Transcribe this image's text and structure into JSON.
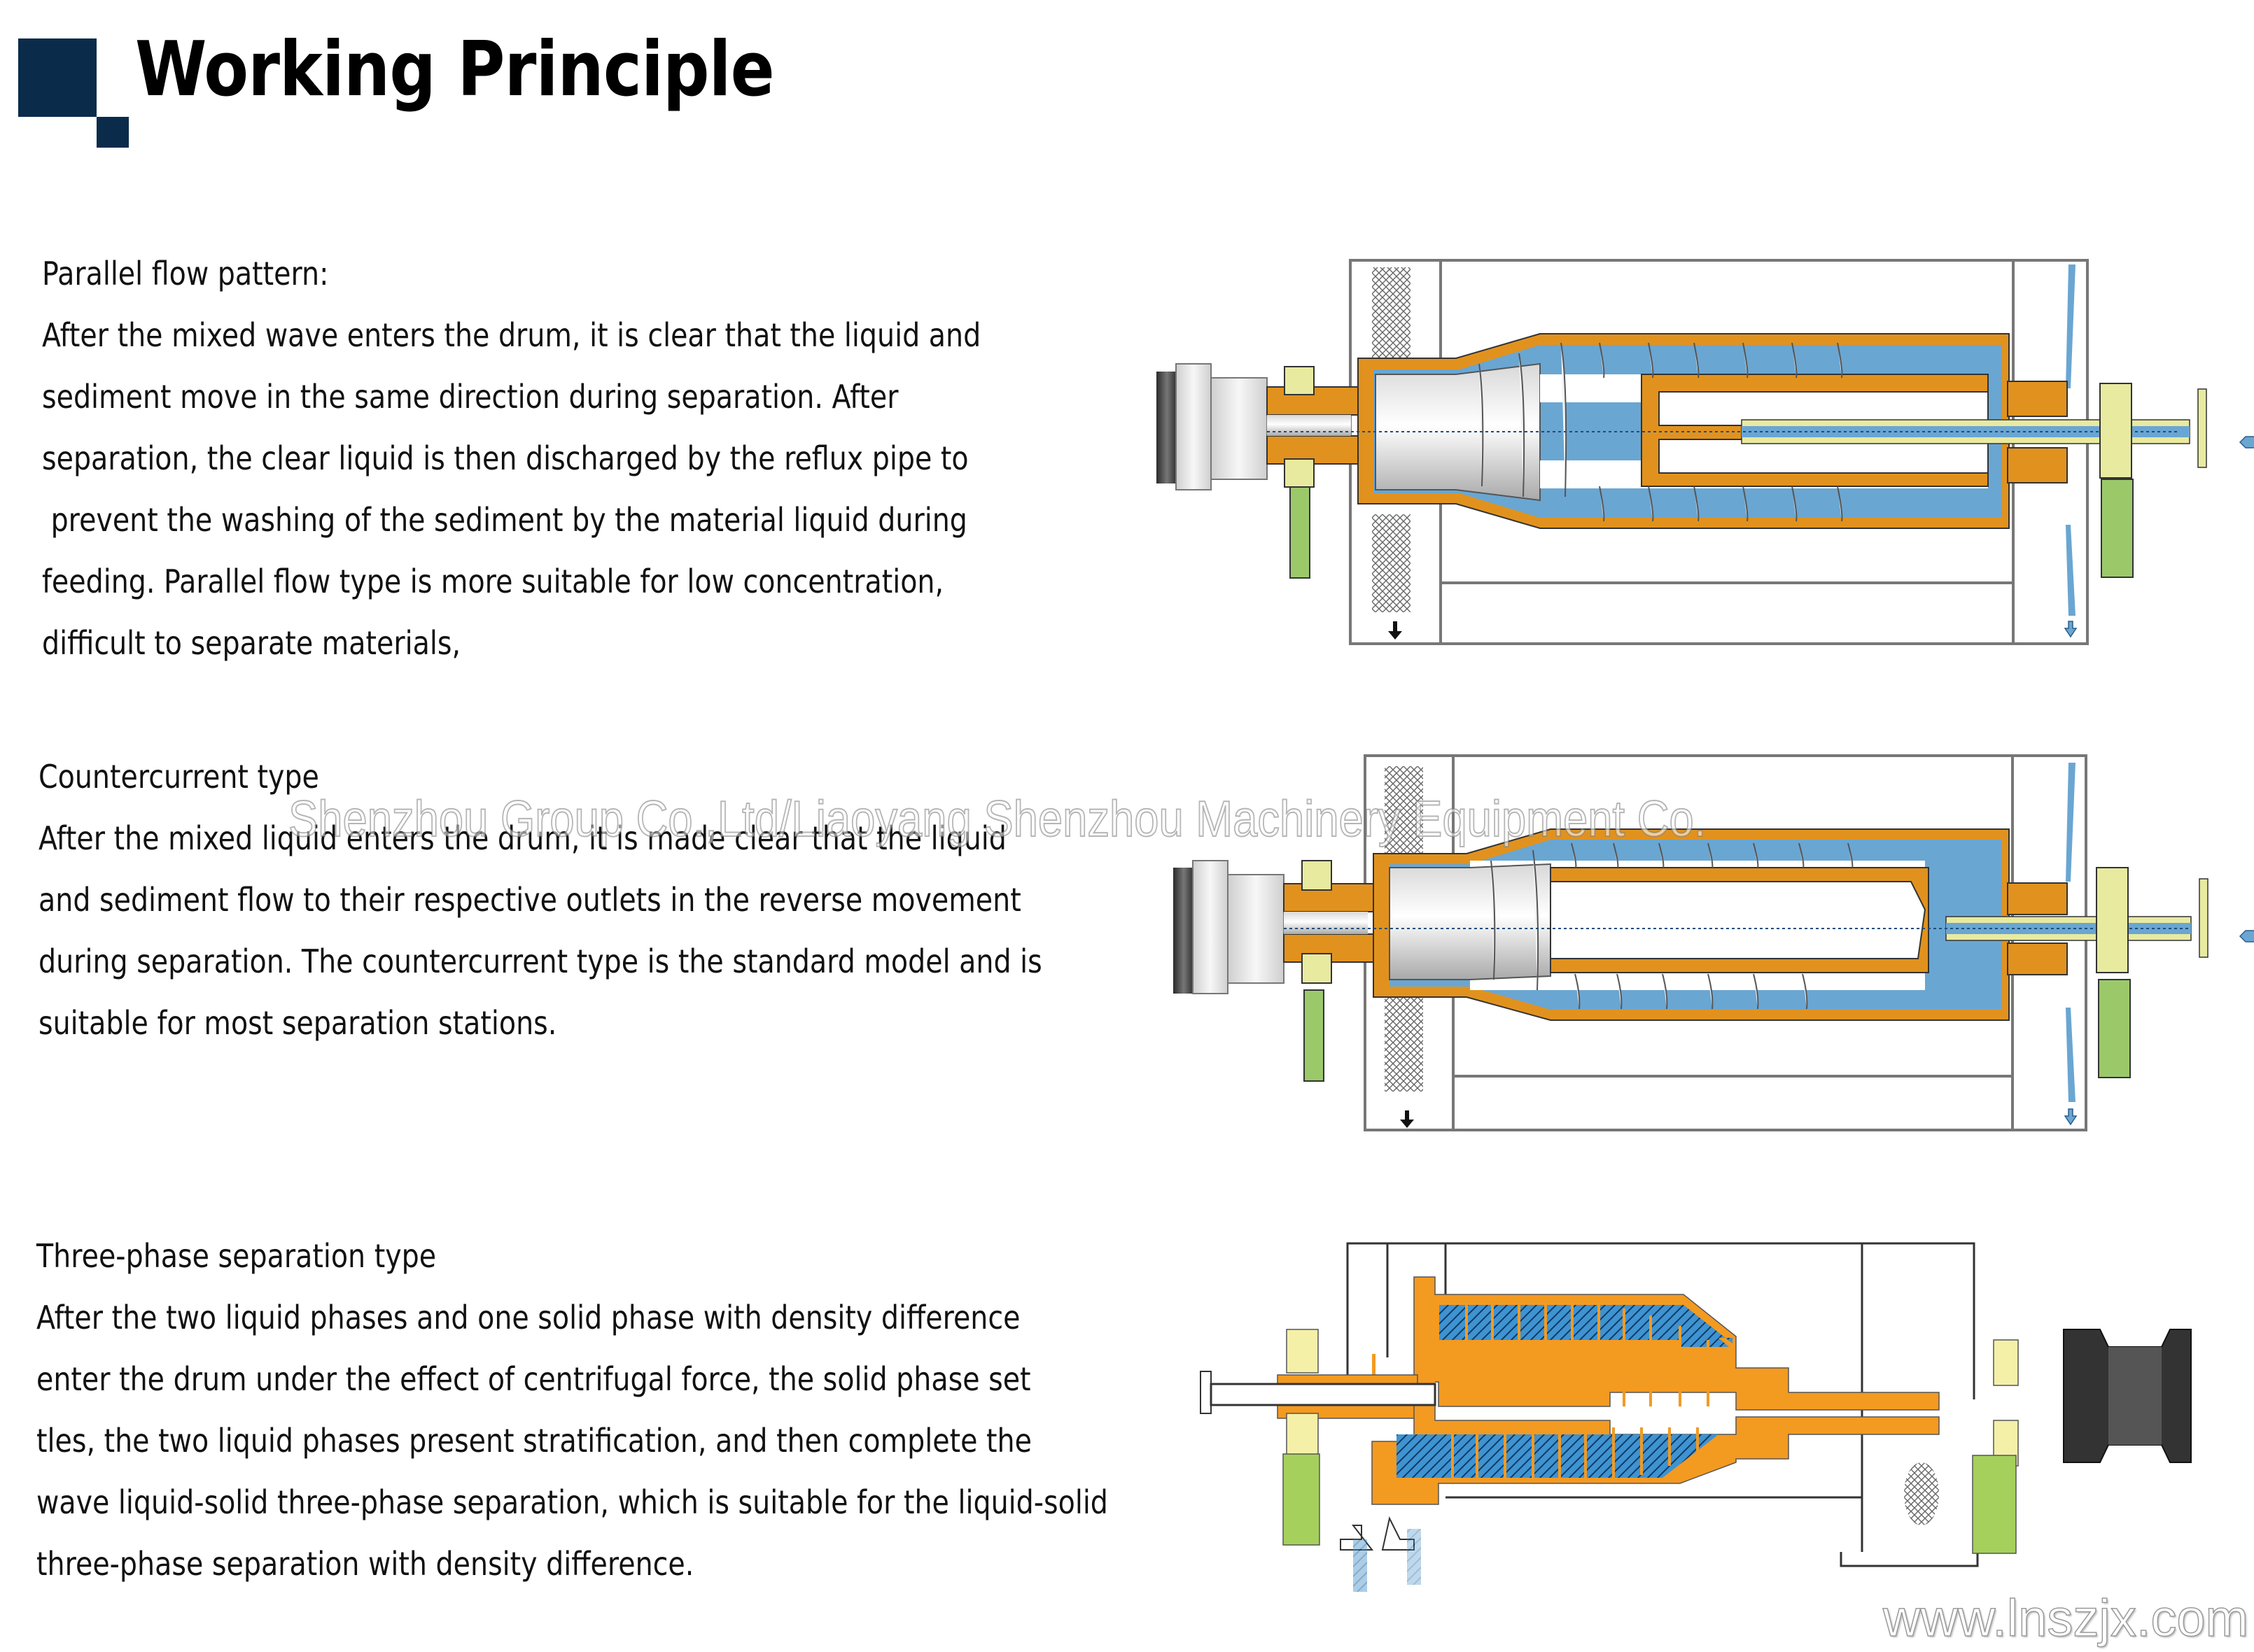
{
  "header": {
    "title": "Working Principle",
    "logo_color": "#0b2b4b"
  },
  "sections": [
    {
      "heading": "Parallel flow pattern:",
      "lines": [
        "After the mixed wave enters the drum, it is clear that the liquid and",
        "sediment move in the same direction during separation. After",
        "separation, the clear liquid is then discharged by the reflux pipe to",
        " prevent the washing of the sediment by the material liquid during",
        "feeding. Parallel flow type is more suitable for low concentration,",
        "difficult to separate materials,"
      ],
      "diagram": "parallel-flow-decanter-centrifuge"
    },
    {
      "heading": "Countercurrent type",
      "lines": [
        "After the mixed liquid enters the drum, it is made clear that the liquid",
        "and sediment flow to their respective outlets in the reverse movement",
        "during separation. The countercurrent type is the standard model and is",
        "suitable for most separation stations."
      ],
      "diagram": "countercurrent-decanter-centrifuge"
    },
    {
      "heading": "Three-phase separation type",
      "lines": [
        "After the two liquid phases and one solid phase with density difference",
        "enter the drum under the effect of centrifugal force, the solid phase set",
        "tles, the two liquid phases present stratification, and then complete the",
        "wave liquid-solid three-phase separation, which is suitable for the liquid-solid",
        "three-phase separation with density difference."
      ],
      "diagram": "three-phase-decanter-centrifuge"
    }
  ],
  "watermark": "Shenzhou Group Co.,Ltd/Liaoyang Shenzhou Machinery Equipment Co.",
  "footer_url": "www.lnszjx.com",
  "colors": {
    "liquid_blue": "#6aa6d2",
    "bowl_orange": "#e1921e",
    "bearing_yellow": "#e8eaa0",
    "support_green": "#9bc96a",
    "frame_gray": "#777777",
    "pulley_dark": "#3a3a3a",
    "three_phase_blue": "#2f7fc0",
    "three_phase_orange": "#f39a21"
  }
}
